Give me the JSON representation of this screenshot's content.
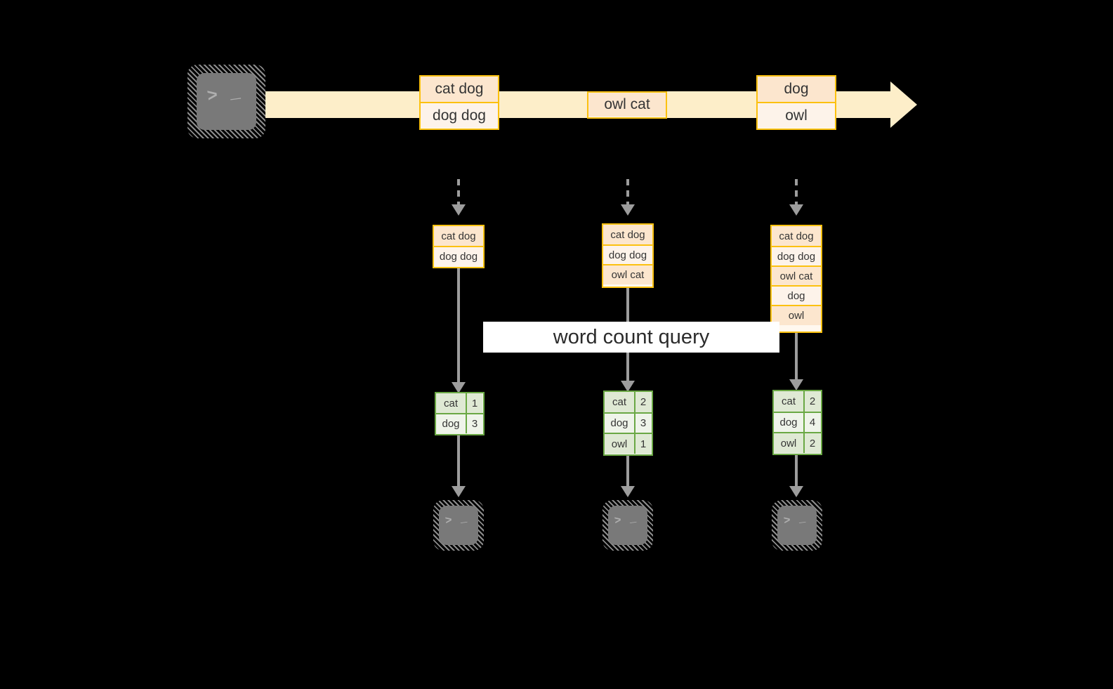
{
  "colors": {
    "background": "#000000",
    "stream_band": "#fdeec9",
    "event_border": "#fcc110",
    "event_fill_dark": "#fce6ce",
    "event_fill_light": "#fdf3ea",
    "result_border": "#6aa844",
    "result_fill_dark": "#dfe9d4",
    "result_fill_light": "#eff4ea",
    "connector": "#9d9d9d",
    "terminal_face": "#797979",
    "label_bg": "#ffffff"
  },
  "source": {
    "icon": "terminal-icon",
    "prompt_glyph": "> _"
  },
  "stream": {
    "label": "event-stream-arrow",
    "events": [
      {
        "id": "e1",
        "lines": [
          "cat dog",
          "dog dog"
        ]
      },
      {
        "id": "e2",
        "lines": [
          "owl cat"
        ]
      },
      {
        "id": "e3",
        "lines": [
          "dog",
          "owl"
        ]
      }
    ]
  },
  "query_label": {
    "text": "word count query"
  },
  "columns": [
    {
      "id": "snapshot-1",
      "input_rows": [
        "cat dog",
        "dog dog"
      ],
      "result_rows": [
        {
          "word": "cat",
          "count": "1"
        },
        {
          "word": "dog",
          "count": "3"
        }
      ],
      "sink_icon": "terminal-icon",
      "sink_glyph": "> _"
    },
    {
      "id": "snapshot-2",
      "input_rows": [
        "cat dog",
        "dog dog",
        "owl cat"
      ],
      "result_rows": [
        {
          "word": "cat",
          "count": "2"
        },
        {
          "word": "dog",
          "count": "3"
        },
        {
          "word": "owl",
          "count": "1"
        }
      ],
      "sink_icon": "terminal-icon",
      "sink_glyph": "> _"
    },
    {
      "id": "snapshot-3",
      "input_rows": [
        "cat dog",
        "dog dog",
        "owl cat",
        "dog",
        "owl"
      ],
      "result_rows": [
        {
          "word": "cat",
          "count": "2"
        },
        {
          "word": "dog",
          "count": "4"
        },
        {
          "word": "owl",
          "count": "2"
        }
      ],
      "sink_icon": "terminal-icon",
      "sink_glyph": "> _"
    }
  ]
}
